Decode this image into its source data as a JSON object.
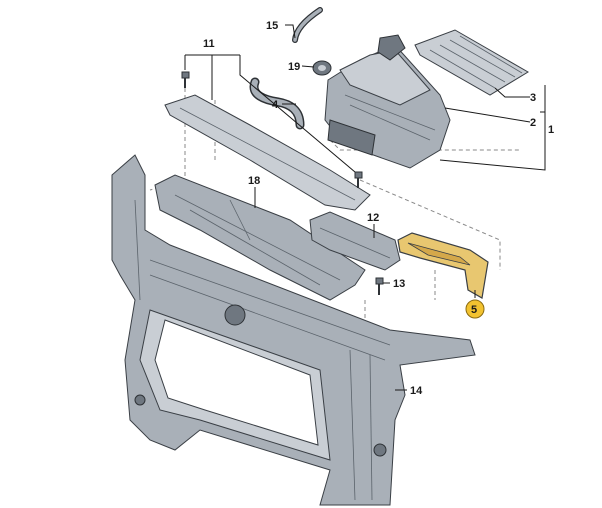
{
  "callouts": {
    "c1": "1",
    "c2": "2",
    "c3": "3",
    "c4": "4",
    "c5": "5",
    "c11": "11",
    "c12": "12",
    "c13": "13",
    "c14": "14",
    "c15": "15",
    "c18": "18",
    "c19": "19"
  },
  "colors": {
    "parts_fill": "#a9b0b8",
    "highlight_fill": "#e8c770",
    "highlight_badge": "#f2c230",
    "outline": "#3a3f45"
  }
}
